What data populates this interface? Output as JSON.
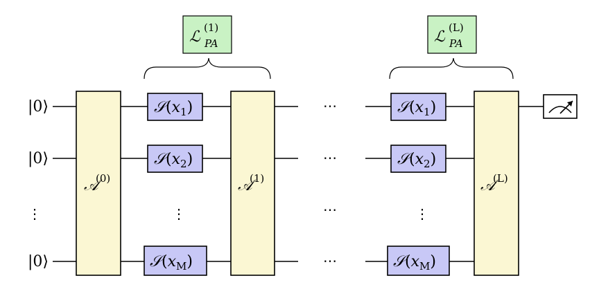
{
  "inputs": {
    "ket": "|0⟩",
    "vdots": "⋮"
  },
  "blocks": {
    "a0": {
      "base": "𝒜",
      "sup": "(0)"
    },
    "a1": {
      "base": "𝒜",
      "sup": "(1)"
    },
    "aL": {
      "base": "𝒜",
      "sup": "(L)"
    }
  },
  "layers": {
    "first": {
      "base": "ℒ",
      "sup": "(1)",
      "sub": "PA"
    },
    "last": {
      "base": "ℒ",
      "sup": "(L)",
      "sub": "PA"
    }
  },
  "gates": {
    "s": "𝒮",
    "x1": "x",
    "x1_sub": "1",
    "x2": "x",
    "x2_sub": "2",
    "xM": "x",
    "xM_sub": "M"
  },
  "ellipsis": {
    "h": "⋯",
    "v": "⋮"
  }
}
